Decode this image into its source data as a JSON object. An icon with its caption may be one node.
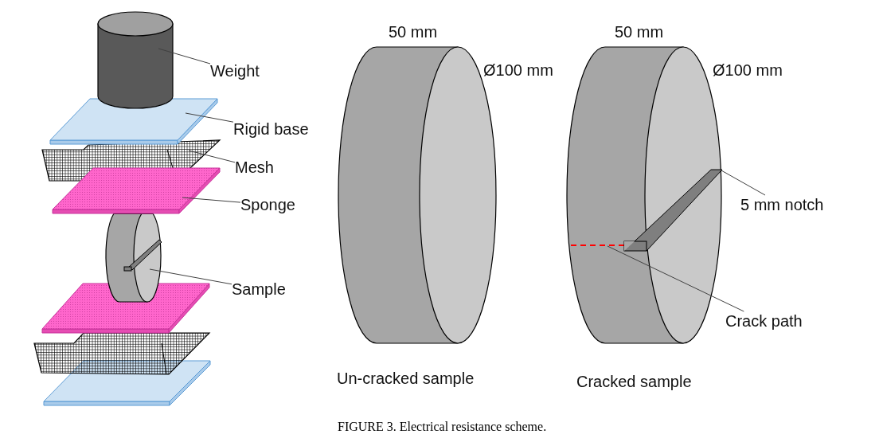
{
  "diagram": {
    "caption": "FIGURE 3. Electrical resistance scheme.",
    "nodes": [
      {
        "text": [
          "Weight"
        ]
      },
      {
        "text": [],
        "shape": "cylinder"
      },
      {
        "text": [
          "Rigid base"
        ]
      },
      {
        "text": [],
        "shape": "plate"
      },
      {
        "text": [
          "Mesh"
        ]
      },
      {
        "text": [],
        "shape": "mesh"
      },
      {
        "text": [
          "Sponge"
        ]
      },
      {
        "text": [],
        "shape": "plate"
      },
      {
        "text": [
          "Sample"
        ]
      },
      {
        "text": [],
        "shape": "disc"
      },
      {
        "text": [],
        "shape": "plate"
      },
      {
        "text": [],
        "shape": "mesh"
      },
      {
        "text": [],
        "shape": "plate"
      },
      {
        "text": [
          "5 mm notch"
        ]
      },
      {
        "text": [],
        "shape": "bar"
      },
      {
        "text": [
          "Crack path"
        ]
      },
      {
        "text": [],
        "shape": "line"
      }
    ],
    "edges": [
      {
        "from": 0,
        "to": 1,
        "arrow": "none"
      },
      {
        "from": 2,
        "to": 3,
        "arrow": "none"
      },
      {
        "from": 4,
        "to": 5,
        "arrow": "none"
      },
      {
        "from": 6,
        "to": 7,
        "arrow": "none"
      },
      {
        "from": 8,
        "to": 9,
        "arrow": "none"
      },
      {
        "from": 13,
        "to": 14,
        "arrow": "none"
      },
      {
        "from": 15,
        "to": 16,
        "arrow": "none"
      }
    ],
    "labels": [
      "50 mm",
      "50 mm",
      "Ø100 mm",
      "Ø100 mm",
      "Un-cracked sample",
      "Cracked sample"
    ]
  }
}
